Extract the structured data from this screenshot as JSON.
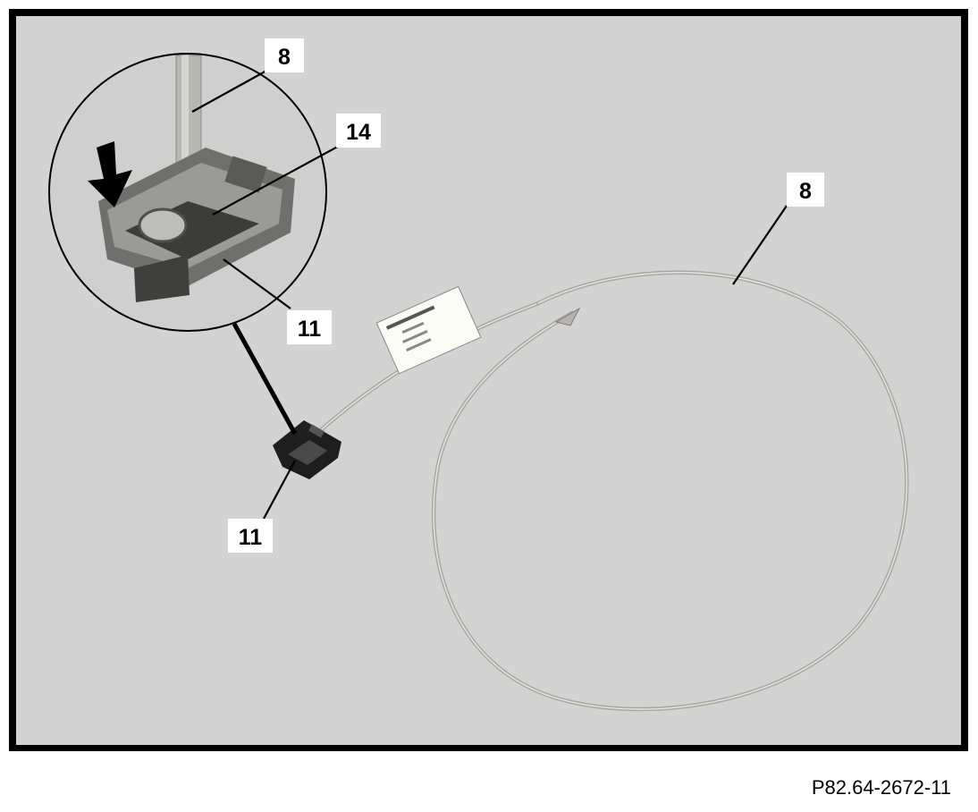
{
  "figure_reference": "P82.64-2672-11",
  "callouts": {
    "c8_detail": "8",
    "c14_detail": "14",
    "c11_detail": "11",
    "c8_cable": "8",
    "c11_connector": "11"
  },
  "colors": {
    "background": "#d3d3d3",
    "frame": "#000000",
    "cable": "#a9a9a1",
    "connector": "#1e1e1e",
    "detail_fill": "#cfcfcf"
  }
}
